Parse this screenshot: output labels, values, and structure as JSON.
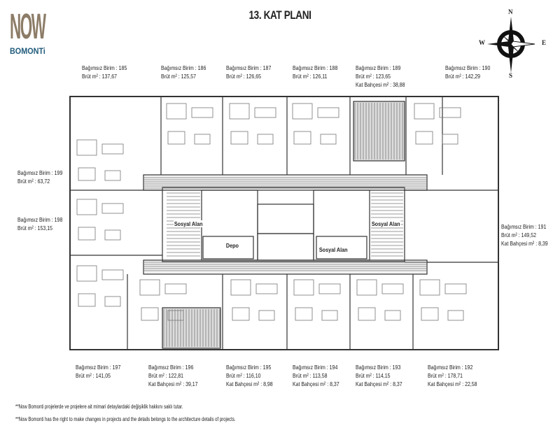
{
  "title": "13. KAT PLANI",
  "logo": {
    "line1": "NOW",
    "line2": "BOMONTi"
  },
  "compass": {
    "n": "N",
    "e": "E",
    "s": "S",
    "w": "W"
  },
  "labels": {
    "unit": "Bağımsız Birim :",
    "gross": "Brüt m² :",
    "garden": "Kat Bahçesi m² :"
  },
  "units_top": [
    {
      "id": "185",
      "gross": "137,67"
    },
    {
      "id": "186",
      "gross": "125,57"
    },
    {
      "id": "187",
      "gross": "126,65"
    },
    {
      "id": "188",
      "gross": "126,11"
    },
    {
      "id": "189",
      "gross": "123,65",
      "garden": "38,88"
    },
    {
      "id": "190",
      "gross": "142,29"
    }
  ],
  "units_left": [
    {
      "id": "199",
      "gross": "63,72"
    },
    {
      "id": "198",
      "gross": "153,15"
    }
  ],
  "units_right": [
    {
      "id": "191",
      "gross": "149,52",
      "garden": "8,39"
    }
  ],
  "units_bottom": [
    {
      "id": "197",
      "gross": "141,05"
    },
    {
      "id": "196",
      "gross": "122,81",
      "garden": "39,17"
    },
    {
      "id": "195",
      "gross": "116,10",
      "garden": "8,98"
    },
    {
      "id": "194",
      "gross": "113,58",
      "garden": "8,37"
    },
    {
      "id": "193",
      "gross": "114,15",
      "garden": "8,37"
    },
    {
      "id": "192",
      "gross": "178,71",
      "garden": "22,58"
    }
  ],
  "plan_labels": {
    "social_left": "Sosyal Alan",
    "depot": "Depo",
    "social_right": "Sosyal Alan",
    "social_center": "Sosyal Alan"
  },
  "notes": [
    "**Now Bomonti projelerde ve projelere ait mimari detaylardaki değişiklik hakkını saklı tutar.",
    "**Now Bomonti has the right to make changes in projects and the details belongs to the architecture details of projects."
  ]
}
